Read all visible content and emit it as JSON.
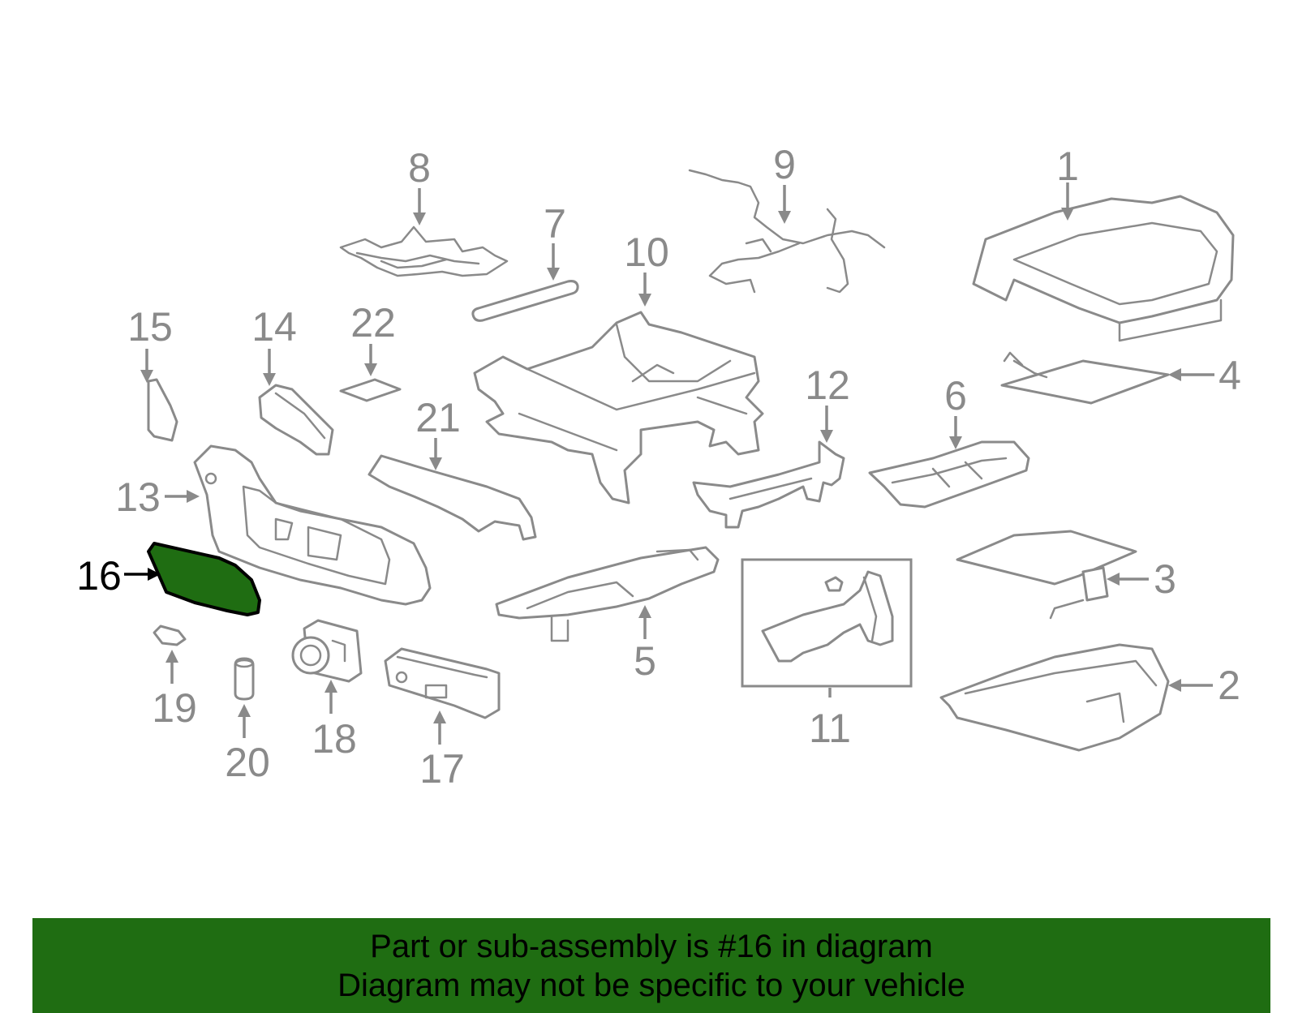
{
  "diagram": {
    "highlighted_part": "16",
    "callouts": [
      "1",
      "2",
      "3",
      "4",
      "5",
      "6",
      "7",
      "8",
      "9",
      "10",
      "11",
      "12",
      "13",
      "14",
      "15",
      "16",
      "17",
      "18",
      "19",
      "20",
      "21",
      "22"
    ]
  },
  "banner": {
    "line1": "Part or sub-assembly is #16 in diagram",
    "line2": "Diagram may not be specific to your vehicle"
  },
  "colors": {
    "highlight": "#1f6d12",
    "line_art": "#8a8a8a",
    "banner": "#1f6d12"
  }
}
